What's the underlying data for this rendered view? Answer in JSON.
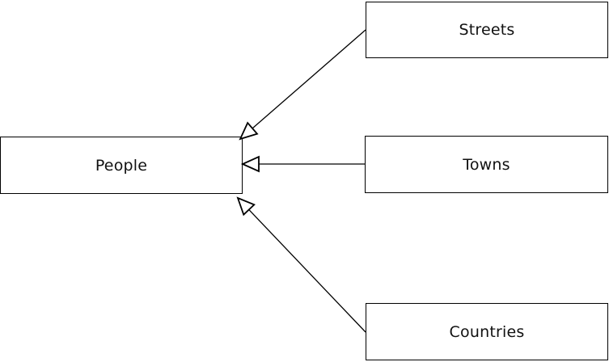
{
  "diagram": {
    "nodes": [
      {
        "id": "people",
        "label": "People"
      },
      {
        "id": "streets",
        "label": "Streets"
      },
      {
        "id": "towns",
        "label": "Towns"
      },
      {
        "id": "countries",
        "label": "Countries"
      }
    ],
    "edges": [
      {
        "from": "Streets",
        "to": "People",
        "type": "generalization",
        "arrowhead": "hollow-triangle"
      },
      {
        "from": "Towns",
        "to": "People",
        "type": "generalization",
        "arrowhead": "hollow-triangle"
      },
      {
        "from": "Countries",
        "to": "People",
        "type": "generalization",
        "arrowhead": "hollow-triangle"
      }
    ],
    "colors": {
      "background": "#ffffff",
      "node_fill": "#ffffff",
      "stroke": "#000000",
      "text": "#111111"
    }
  }
}
